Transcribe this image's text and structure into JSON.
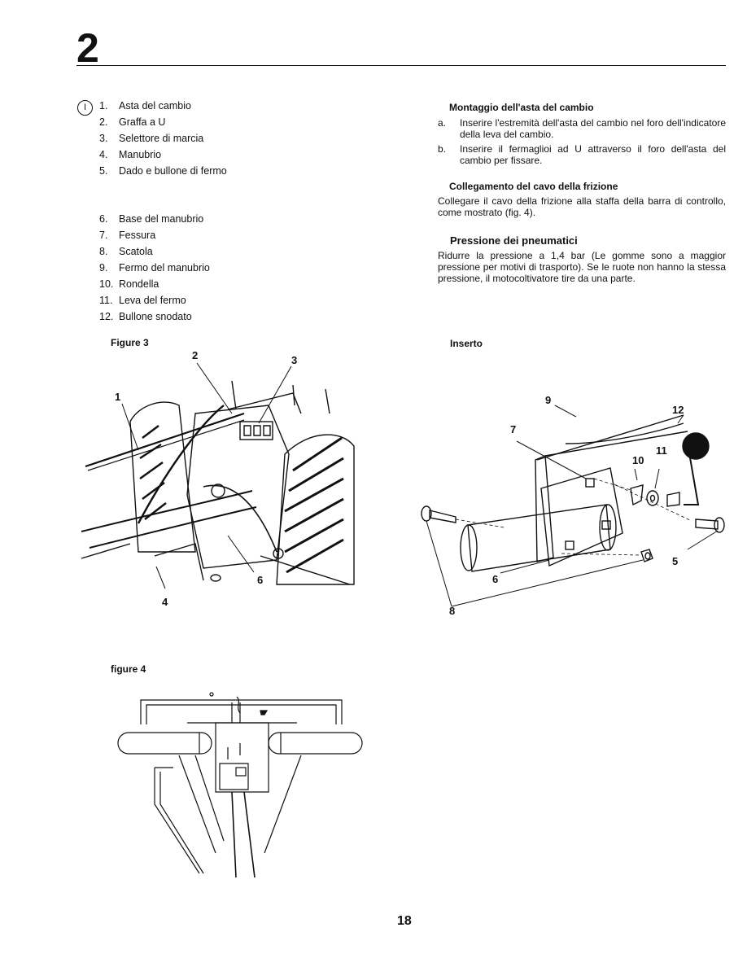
{
  "header": {
    "chapter_number": "2"
  },
  "language_badge": "I",
  "parts_list_1": [
    {
      "num": "1.",
      "label": "Asta del cambio"
    },
    {
      "num": "2.",
      "label": "Graffa a U"
    },
    {
      "num": "3.",
      "label": "Selettore di marcia"
    },
    {
      "num": "4.",
      "label": "Manubrio"
    },
    {
      "num": "5.",
      "label": "Dado e bullone di fermo"
    }
  ],
  "parts_list_2": [
    {
      "num": "6.",
      "label": "Base del manubrio"
    },
    {
      "num": "7.",
      "label": "Fessura"
    },
    {
      "num": "8.",
      "label": "Scatola"
    },
    {
      "num": "9.",
      "label": "Fermo del manubrio"
    },
    {
      "num": "10.",
      "label": "Rondella"
    },
    {
      "num": "11.",
      "label": "Leva del fermo"
    },
    {
      "num": "12.",
      "label": "Bullone snodato"
    }
  ],
  "section_montaggio": {
    "title": "Montaggio dell'asta del cambio",
    "steps": [
      {
        "label": "a.",
        "text": "Inserire l'estremità dell'asta del cambio nel foro dell'indicatore della leva del cambio."
      },
      {
        "label": "b.",
        "text": "Inserire il fermaglioi ad U attraverso il foro dell'asta del cambio per fissare."
      }
    ]
  },
  "section_cavo": {
    "title": "Collegamento del cavo della frizione",
    "text": "Collegare il cavo della frizione alla staffa della barra di controllo, come mostrato (fig. 4)."
  },
  "section_pressione": {
    "title": "Pressione dei pneumatici",
    "text": "Ridurre la pressione a 1,4 bar (Le gomme sono a maggior pressione per motivi di trasporto). Se le ruote non hanno la stessa pressione, il motocoltivatore tire da una parte."
  },
  "figures": {
    "fig3_label": "Figure 3",
    "fig3_callouts": [
      "1",
      "2",
      "3",
      "4",
      "6"
    ],
    "inserto_label": "Inserto",
    "inserto_callouts": [
      "5",
      "6",
      "7",
      "8",
      "9",
      "10",
      "11",
      "12"
    ],
    "fig4_label": "figure 4"
  },
  "footer": {
    "page_number": "18"
  }
}
